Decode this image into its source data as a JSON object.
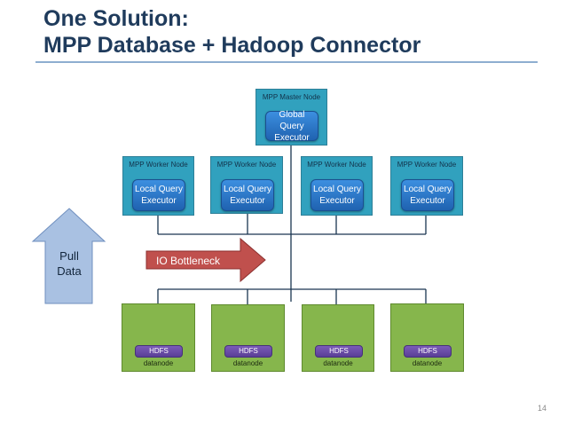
{
  "title": {
    "line1": "One Solution:",
    "line2": "MPP Database + Hadoop Connector"
  },
  "master": {
    "label": "MPP Master Node",
    "executor_line1": "Global Query",
    "executor_line2": "Executor"
  },
  "workers": [
    {
      "label": "MPP Worker Node",
      "executor_line1": "Local Query",
      "executor_line2": "Executor"
    },
    {
      "label": "MPP Worker Node",
      "executor_line1": "Local Query",
      "executor_line2": "Executor"
    },
    {
      "label": "MPP Worker Node",
      "executor_line1": "Local Query",
      "executor_line2": "Executor"
    },
    {
      "label": "MPP Worker Node",
      "executor_line1": "Local Query",
      "executor_line2": "Executor"
    }
  ],
  "datanodes": [
    {
      "hdfs": "HDFS",
      "label": "datanode"
    },
    {
      "hdfs": "HDFS",
      "label": "datanode"
    },
    {
      "hdfs": "HDFS",
      "label": "datanode"
    },
    {
      "hdfs": "HDFS",
      "label": "datanode"
    }
  ],
  "pull_arrow": {
    "line1": "Pull",
    "line2": "Data"
  },
  "bottleneck": {
    "label": "IO Bottleneck"
  },
  "page_number": "14",
  "colors": {
    "title": "#1f3b5c",
    "node_fill": "#31a1be",
    "executor_fill": "#2a78cc",
    "datanode_fill": "#86b64c",
    "hdfs_fill": "#6a4ca8",
    "pull_arrow_fill": "#a9c1e2",
    "bottleneck_fill": "#c0504d",
    "connector_line": "#1a3550"
  }
}
